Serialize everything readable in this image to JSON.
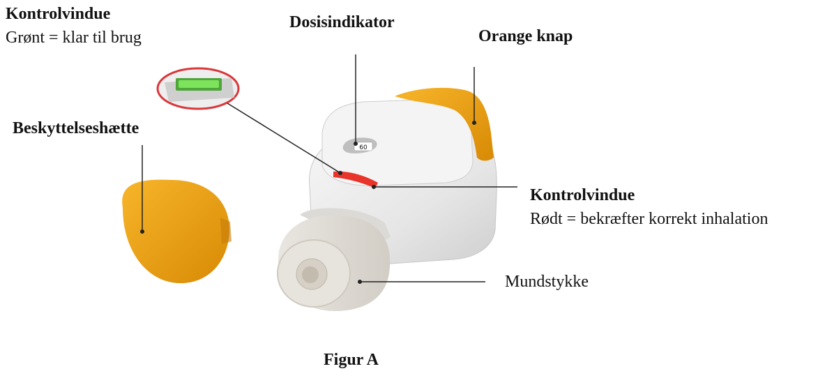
{
  "labels": {
    "control_window_green_title": "Kontrolvindue",
    "control_window_green_desc": "Grønt = klar til brug",
    "dose_indicator": "Dosisindikator",
    "orange_button": "Orange knap",
    "protective_cap": "Beskyttelseshætte",
    "control_window_red_title": "Kontrolvindue",
    "control_window_red_desc": "Rødt = bekræfter korrekt inhalation",
    "mouthpiece": "Mundstykke",
    "figure_caption": "Figur A"
  },
  "dose_counter_value": "60",
  "colors": {
    "orange": "#F2A413",
    "red_window": "#E8342B",
    "green_window": "#59D336",
    "body_white": "#ECECEC",
    "leader_line": "#222222",
    "callout_ring": "#D9383A"
  }
}
